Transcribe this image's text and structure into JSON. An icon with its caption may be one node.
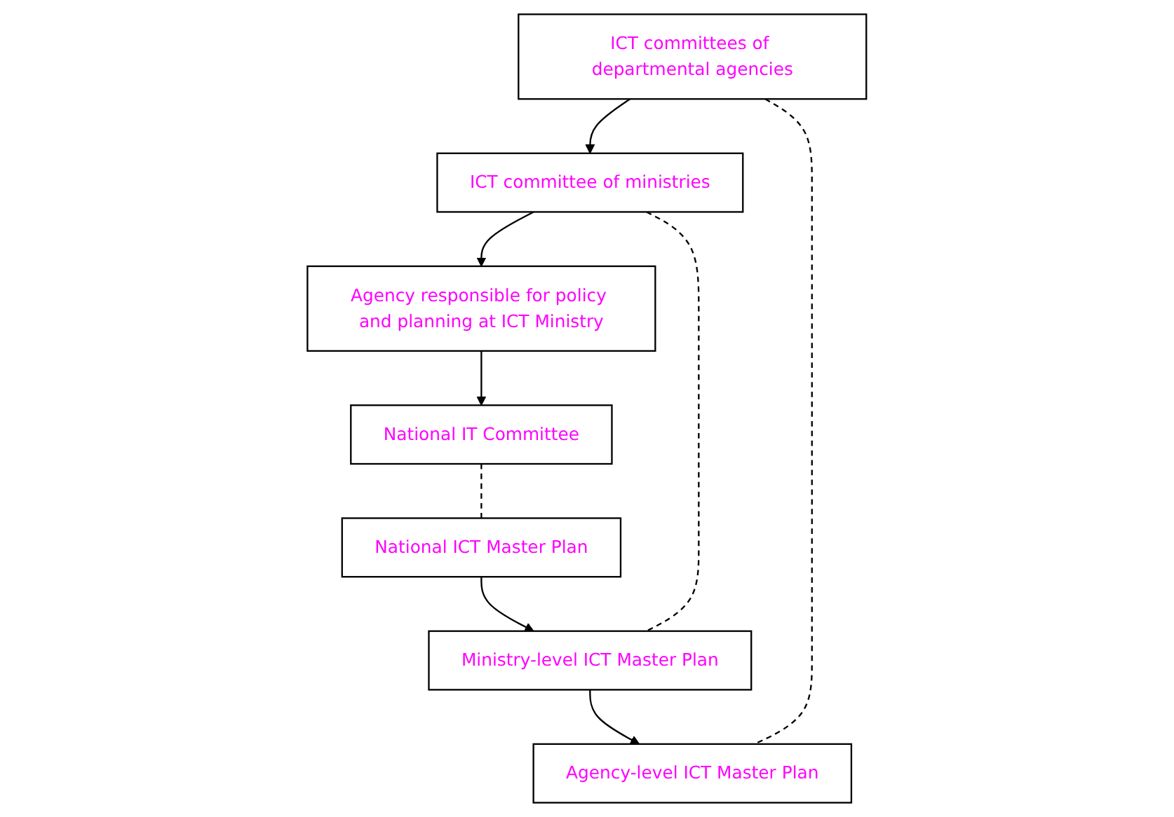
{
  "diagram": {
    "nodes": [
      {
        "text": [
          "National IT Committee"
        ]
      },
      {
        "text": [
          "National ICT Master Plan"
        ]
      },
      {
        "text": [
          "Agency responsible for policy and planning at ICT Ministry"
        ]
      },
      {
        "text": [
          "ICT committee of ministries"
        ]
      },
      {
        "text": [
          "Ministry-level ICT Master Plan"
        ]
      },
      {
        "text": [
          "ICT committees of departmental agencies"
        ]
      },
      {
        "text": [
          "Agency-level ICT Master Plan"
        ]
      }
    ],
    "edges": [
      {
        "from": 0,
        "to": 1,
        "arrow": "none",
        "style": "dashed"
      },
      {
        "from": 2,
        "to": 0,
        "arrow": "to"
      },
      {
        "from": 1,
        "to": 4,
        "arrow": "to"
      },
      {
        "from": 3,
        "to": 2,
        "arrow": "to"
      },
      {
        "from": 3,
        "to": 4,
        "arrow": "none",
        "style": "dashed"
      },
      {
        "from": 4,
        "to": 6,
        "arrow": "to"
      },
      {
        "from": 5,
        "to": 3,
        "arrow": "to"
      },
      {
        "from": 5,
        "to": 6,
        "arrow": "none",
        "style": "dashed"
      }
    ]
  }
}
